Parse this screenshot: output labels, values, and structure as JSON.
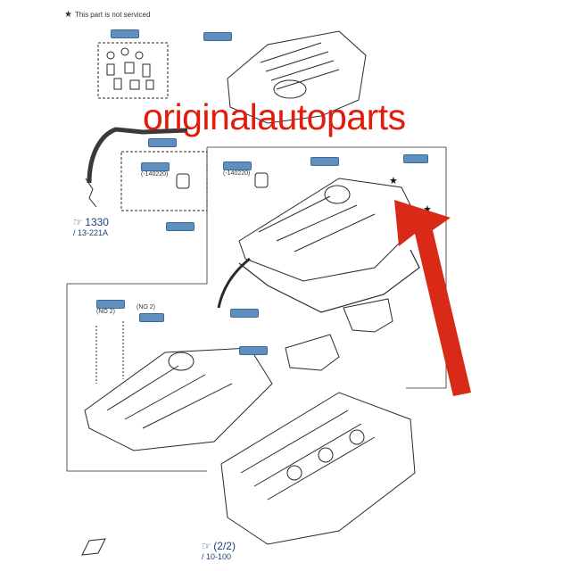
{
  "note": {
    "star": "★",
    "text": "This part is not serviced"
  },
  "watermark": "originalautoparts",
  "refs": {
    "top_left": "1330",
    "top_left_sub": "/ 13-221A",
    "bottom": "(2/2)",
    "bottom_sub": "/ 10-100"
  },
  "small_labels": {
    "a": "(-140220)",
    "b": "(-140220)",
    "no2": "(NO 2)",
    "no2b": "(NO 2)"
  },
  "colors": {
    "watermark": "#e21b0c",
    "arrow": "#d92a18",
    "tag": "#5f8fbf"
  }
}
